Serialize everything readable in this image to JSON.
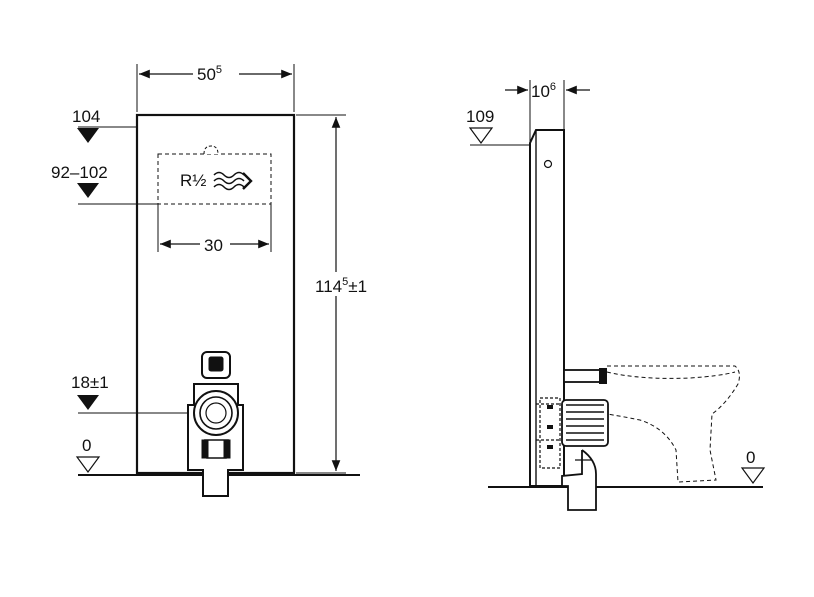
{
  "front_view": {
    "width_label": "50",
    "width_label_sup": "5",
    "level_104": "104",
    "level_92_102": "92–102",
    "connector_label": "R½",
    "spacing_label": "30",
    "height_label": "114",
    "height_label_sup": "5",
    "height_tolerance": "±1",
    "level_18": "18",
    "level_18_tolerance": "±1",
    "level_0": "0"
  },
  "side_view": {
    "depth_label": "10",
    "depth_label_sup": "6",
    "level_109": "109",
    "level_0": "0"
  }
}
